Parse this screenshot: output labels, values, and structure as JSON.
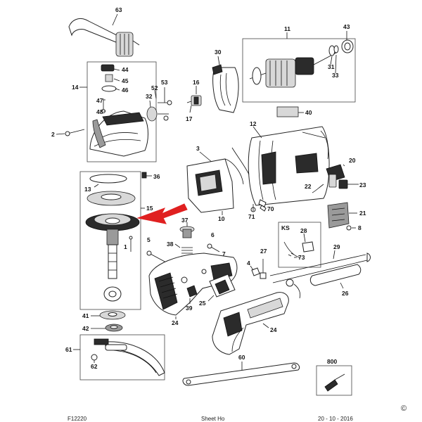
{
  "diagram": {
    "callouts": {
      "c63": "63",
      "c11": "11",
      "c43": "43",
      "c30": "30",
      "c31": "31",
      "c33": "33",
      "c14": "14",
      "c44": "44",
      "c45": "45",
      "c46": "46",
      "c47": "47",
      "c48": "48",
      "c52": "52",
      "c53": "53",
      "c32": "32",
      "c16": "16",
      "c17": "17",
      "c40": "40",
      "c2": "2",
      "c12": "12",
      "c3": "3",
      "c20": "20",
      "c22": "22",
      "c23": "23",
      "c36": "36",
      "c13": "13",
      "c15": "15",
      "c10": "10",
      "c71": "71",
      "c70": "70",
      "c21": "21",
      "c8": "8",
      "c37": "37",
      "c6": "6",
      "c5": "5",
      "c38": "38",
      "c1": "1",
      "c7": "7",
      "cKS": "KS",
      "c28": "28",
      "c73": "73",
      "c29": "29",
      "c27": "27",
      "c4": "4",
      "c26": "26",
      "c39": "39",
      "c25": "25",
      "c24a": "24",
      "c24b": "24",
      "c41": "41",
      "c42": "42",
      "c61": "61",
      "c62": "62",
      "c60": "60",
      "c800": "800"
    },
    "colors": {
      "arrow": "#e02020",
      "line": "#111111"
    }
  },
  "footer": {
    "left": "F12220",
    "center": "Sheet Ho",
    "right": "20 - 10 - 2016",
    "copyright": "©"
  }
}
